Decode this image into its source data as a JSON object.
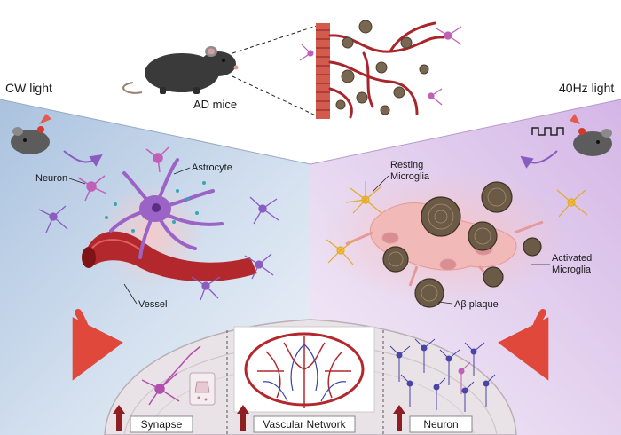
{
  "header": {
    "mouse_label": "AD mice"
  },
  "left_panel": {
    "title": "CW light",
    "labels": {
      "neuron": "Neuron",
      "astrocyte": "Astrocyte",
      "vessel": "Vessel"
    }
  },
  "right_panel": {
    "title": "40Hz light",
    "labels": {
      "resting_line1": "Resting",
      "resting_line2": "Microglia",
      "activated_line1": "Activated",
      "activated_line2": "Microglia",
      "plaque": "Aβ plaque"
    }
  },
  "outcomes": [
    {
      "label": "Synapse"
    },
    {
      "label": "Vascular Network"
    },
    {
      "label": "Neuron"
    }
  ],
  "colors": {
    "left_bg": "#c9d8ec",
    "right_bg": "#e3d1ee",
    "vessel": "#b3282d",
    "astrocyte": "#9b63c6",
    "microglia_resting": "#f3c23f",
    "plaque": "#6b5a45",
    "arrow": "#e0483b"
  }
}
